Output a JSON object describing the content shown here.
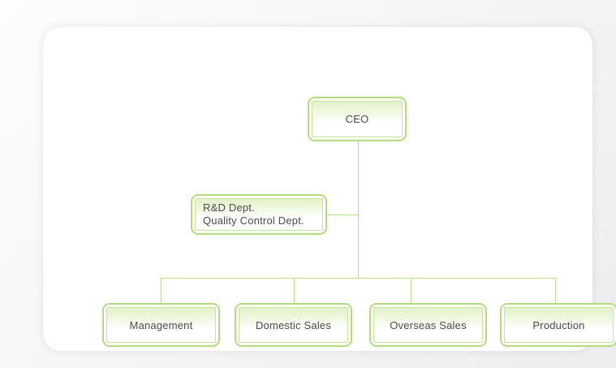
{
  "diagram": {
    "type": "org-chart",
    "nodes": {
      "ceo": {
        "label": "CEO"
      },
      "staff": {
        "lines": [
          "R&D Dept.",
          "Quality Control Dept."
        ]
      },
      "management": {
        "label": "Management"
      },
      "domestic_sales": {
        "label": "Domestic Sales"
      },
      "overseas_sales": {
        "label": "Overseas Sales"
      },
      "production": {
        "label": "Production"
      }
    },
    "edges": [
      {
        "from": "ceo",
        "to": "staff"
      },
      {
        "from": "ceo",
        "to": "management"
      },
      {
        "from": "ceo",
        "to": "domestic_sales"
      },
      {
        "from": "ceo",
        "to": "overseas_sales"
      },
      {
        "from": "ceo",
        "to": "production"
      }
    ],
    "colors": {
      "node_outer_border": "#b2dc7e",
      "node_inner_border": "#c7e49e",
      "node_fill_gradient_top": "#e2f1ca",
      "node_fill_gradient_bottom": "#ffffff",
      "connector_line": "#b7e08a",
      "text": "#4b4b4b",
      "card_background": "#ffffff",
      "page_background": "#f1f1f3"
    }
  }
}
